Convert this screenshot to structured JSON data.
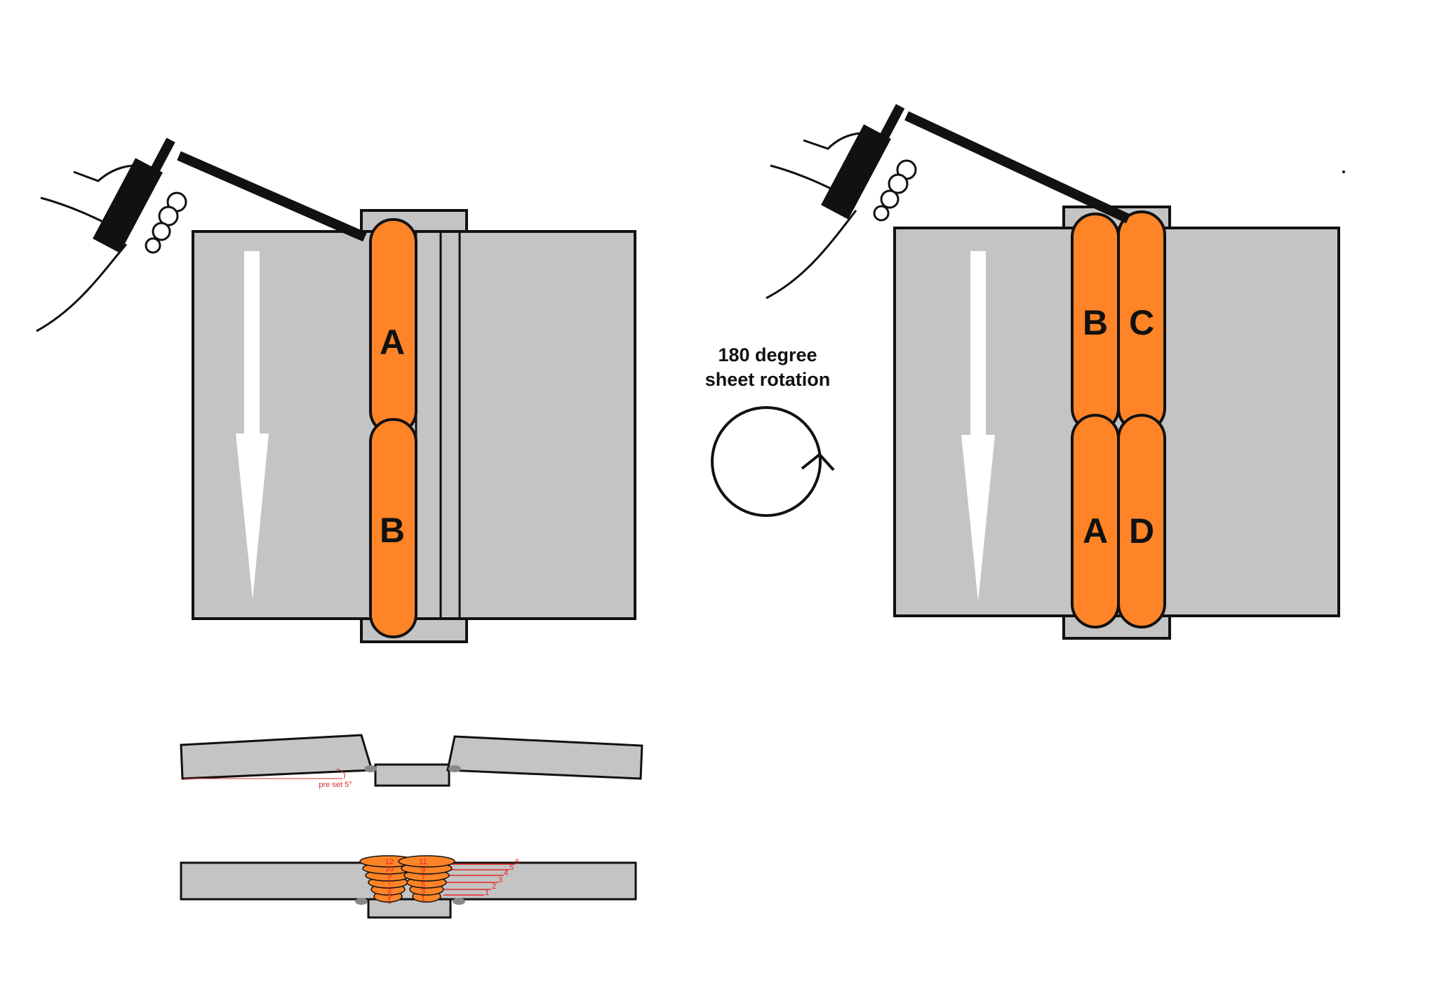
{
  "left_panel": {
    "bead_labels": [
      "A",
      "B"
    ]
  },
  "right_panel": {
    "bead_labels": [
      "B",
      "C",
      "A",
      "D"
    ]
  },
  "rotation_note": {
    "line1": "180 degree",
    "line2": "sheet rotation"
  },
  "preset_view": {
    "angle_label": "pre set 5°"
  },
  "cross_section": {
    "pass_numbers_left_col": [
      "12",
      "10",
      "9",
      "7",
      "5",
      "3",
      "1"
    ],
    "pass_numbers_right_col": [
      "11",
      "9",
      "7",
      "5",
      "3",
      "1"
    ],
    "layer_numbers": [
      "1",
      "2",
      "3",
      "4",
      "5",
      "6"
    ]
  },
  "colors": {
    "plate": "#c4c4c4",
    "weld_bead": "#ff8427",
    "outline": "#111111",
    "arrow": "#ffffff",
    "annotation": "#e32626"
  },
  "icons": [
    "welding-torch-icon",
    "hand-icon",
    "direction-arrow-icon",
    "rotation-arrow-icon"
  ]
}
